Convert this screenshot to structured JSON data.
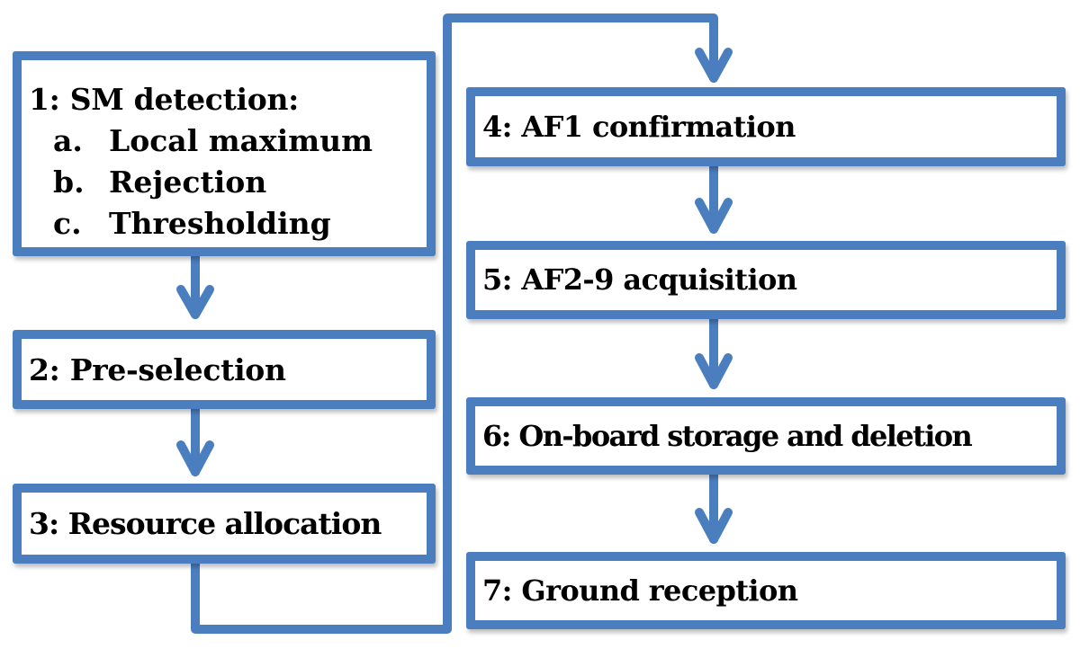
{
  "diagram": {
    "type": "flowchart",
    "accent_color": "#4a7ebf",
    "steps": [
      {
        "id": 1,
        "label": "1: SM detection:",
        "substeps": [
          {
            "marker": "a.",
            "text": "Local maximum"
          },
          {
            "marker": "b.",
            "text": "Rejection"
          },
          {
            "marker": "c.",
            "text": "Thresholding"
          }
        ]
      },
      {
        "id": 2,
        "label": "2: Pre-selection"
      },
      {
        "id": 3,
        "label": "3: Resource allocation"
      },
      {
        "id": 4,
        "label": "4: AF1 confirmation"
      },
      {
        "id": 5,
        "label": "5: AF2-9 acquisition"
      },
      {
        "id": 6,
        "label": "6: On-board storage and deletion"
      },
      {
        "id": 7,
        "label": "7: Ground reception"
      }
    ],
    "connections": [
      {
        "from": 1,
        "to": 2
      },
      {
        "from": 2,
        "to": 3
      },
      {
        "from": 3,
        "to": 4
      },
      {
        "from": 4,
        "to": 5
      },
      {
        "from": 5,
        "to": 6
      },
      {
        "from": 6,
        "to": 7
      }
    ]
  }
}
